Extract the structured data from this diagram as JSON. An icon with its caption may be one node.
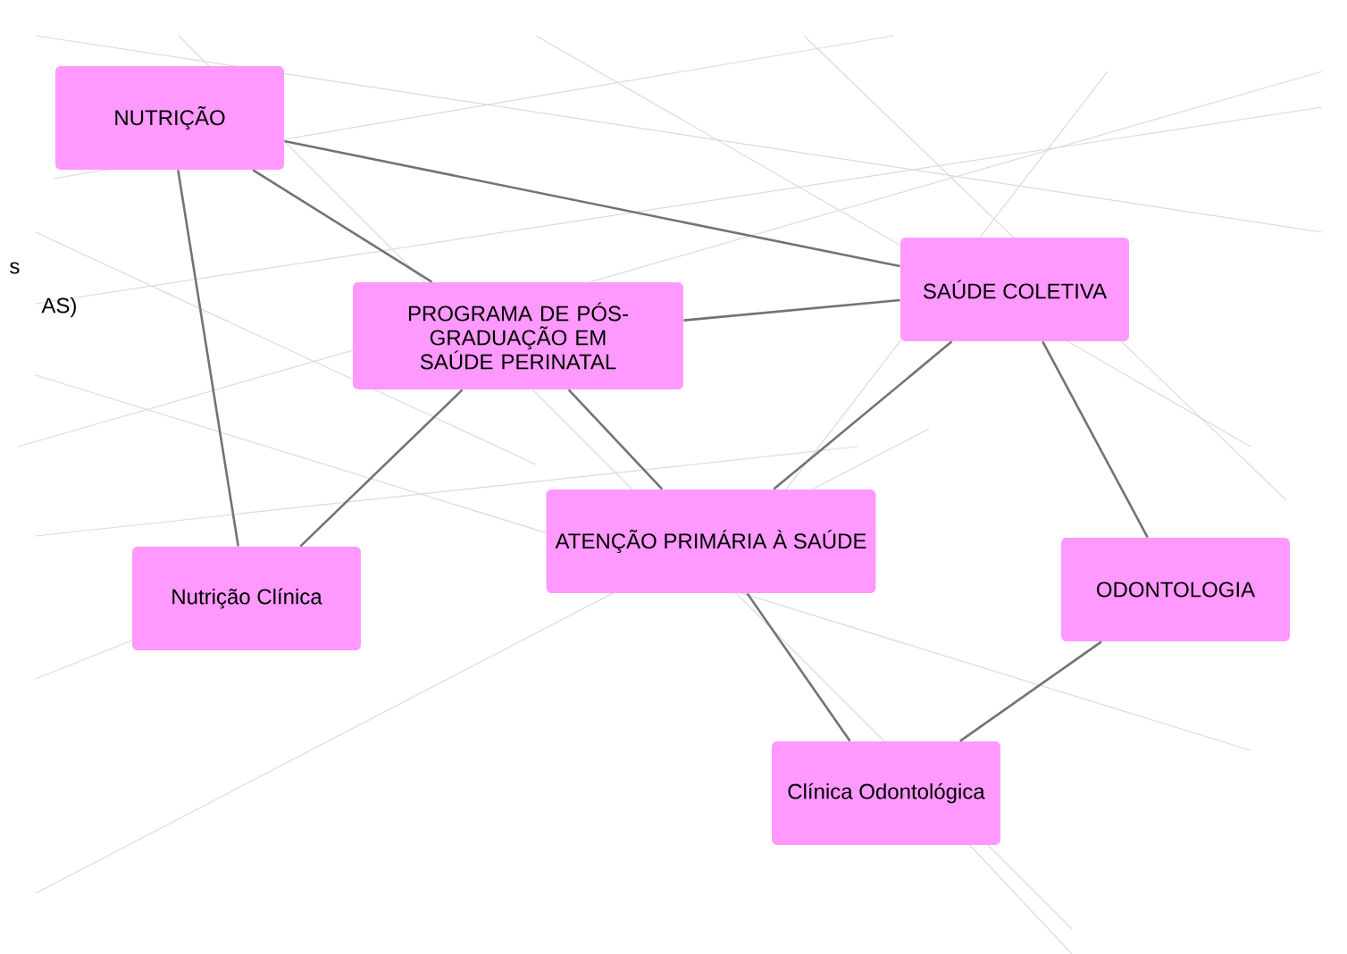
{
  "diagram": {
    "nodes": [
      {
        "text": [
          "NUTRIÇÃO"
        ]
      },
      {
        "text": [
          "PROGRAMA DE PÓS-GRADUAÇÃO EM SAÚDE PERINATAL"
        ]
      },
      {
        "text": [
          "SAÚDE COLETIVA"
        ]
      },
      {
        "text": [
          "Nutrição Clínica"
        ]
      },
      {
        "text": [
          "ATENÇÃO PRIMÁRIA À SAÚDE"
        ]
      },
      {
        "text": [
          "ODONTOLOGIA"
        ]
      },
      {
        "text": [
          "Clínica Odontológica"
        ]
      }
    ],
    "edges": [
      {
        "from": 0,
        "to": 1,
        "arrow": "none"
      },
      {
        "from": 0,
        "to": 2,
        "arrow": "none"
      },
      {
        "from": 1,
        "to": 2,
        "arrow": "none"
      },
      {
        "from": 0,
        "to": 3,
        "arrow": "none"
      },
      {
        "from": 1,
        "to": 3,
        "arrow": "none"
      },
      {
        "from": 1,
        "to": 4,
        "arrow": "none"
      },
      {
        "from": 2,
        "to": 4,
        "arrow": "none"
      },
      {
        "from": 2,
        "to": 5,
        "arrow": "none"
      },
      {
        "from": 4,
        "to": 6,
        "arrow": "none"
      },
      {
        "from": 5,
        "to": 6,
        "arrow": "none"
      }
    ],
    "labels": [
      "s",
      "AS)"
    ]
  }
}
